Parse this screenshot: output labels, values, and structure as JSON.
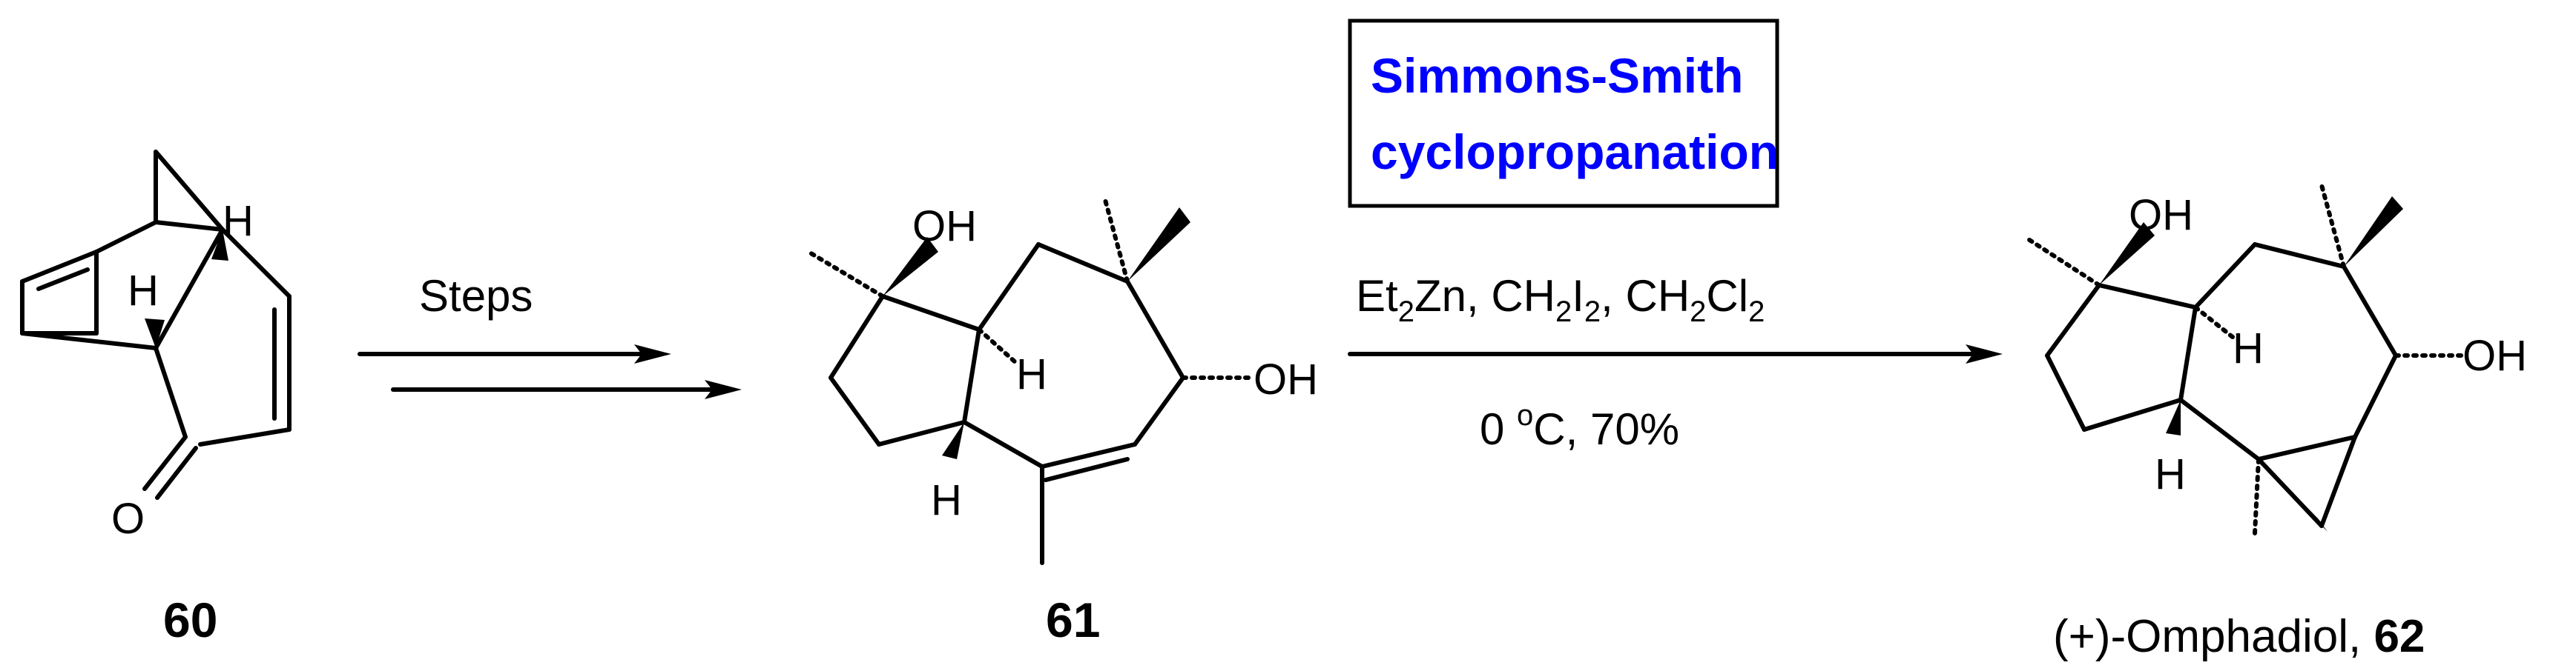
{
  "compounds": {
    "c60": {
      "label": "60"
    },
    "c61": {
      "label": "61"
    },
    "c62": {
      "name": "(+)-Omphadiol, ",
      "label": "62"
    }
  },
  "atoms": {
    "O": "O",
    "H": "H",
    "OH": "OH"
  },
  "arrow1": {
    "label": "Steps"
  },
  "arrow2": {
    "box_line1": "Simmons-Smith",
    "box_line2": "cyclopropanation",
    "box_text_color": "#0000ff",
    "reagents": {
      "et": "Et",
      "sub2a": "2",
      "zn": "Zn, CH",
      "sub2b": "2",
      "i": "I",
      "sub2c": "2",
      "ch": ", CH",
      "sub2d": "2",
      "cl": "Cl",
      "sub2e": "2"
    },
    "conditions": {
      "temp_zero": "0 ",
      "deg": "o",
      "rest": "C, 70%"
    }
  }
}
